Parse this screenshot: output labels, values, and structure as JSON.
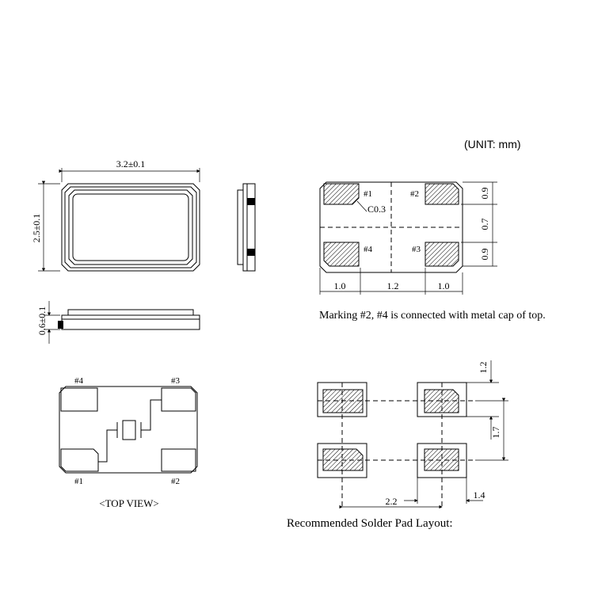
{
  "unit_label": "(UNIT: mm)",
  "top_view": {
    "width_dim": "3.2±0.1",
    "height_dim": "2.5±0.1",
    "thickness_dim": "0.6±0.1"
  },
  "bottom_view": {
    "pad_labels": [
      "#1",
      "#2",
      "#3",
      "#4"
    ],
    "chamfer_label": "C0.3",
    "right_dims": [
      "0.9",
      "0.7",
      "0.9"
    ],
    "bottom_dims": [
      "1.0",
      "1.2",
      "1.0"
    ],
    "marking_note": "Marking #2, #4 is connected with metal cap of top."
  },
  "internal_view": {
    "pad_labels": [
      "#4",
      "#3",
      "#1",
      "#2"
    ],
    "caption": "<TOP VIEW>"
  },
  "solder_pad": {
    "dims": [
      "1.2",
      "1.7",
      "2.2",
      "1.4"
    ],
    "caption": "Recommended Solder Pad Layout:"
  }
}
